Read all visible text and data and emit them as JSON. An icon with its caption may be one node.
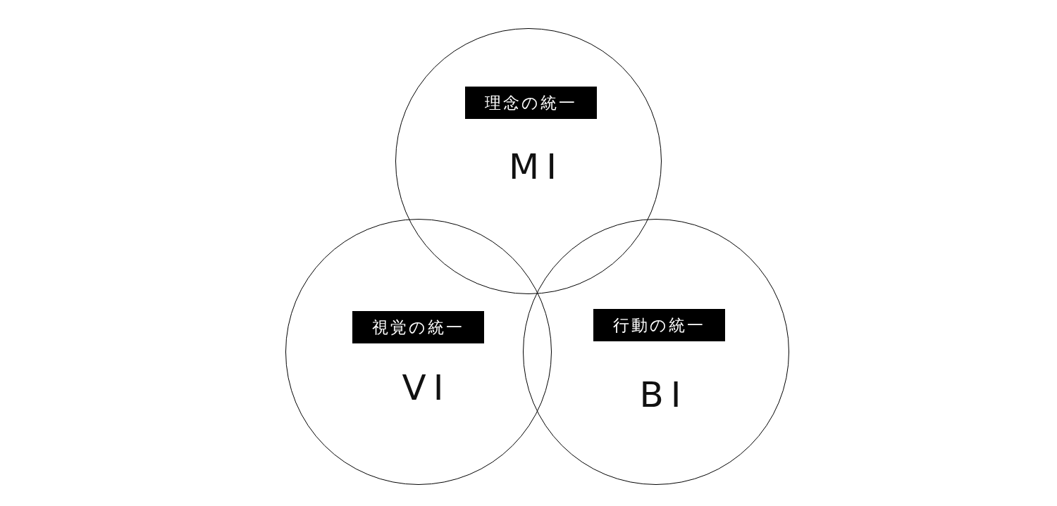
{
  "diagram": {
    "nodes": [
      {
        "text": [
          "MI"
        ]
      },
      {
        "text": [
          "理念の統一"
        ],
        "in": 0
      },
      {
        "text": [
          "VI"
        ]
      },
      {
        "text": [
          "視覚の統一"
        ],
        "in": 2
      },
      {
        "text": [
          "BI"
        ]
      },
      {
        "text": [
          "行動の統一"
        ],
        "in": 4
      }
    ]
  }
}
